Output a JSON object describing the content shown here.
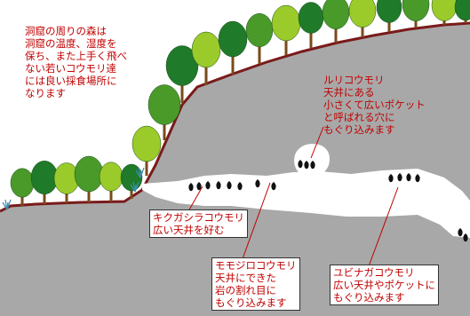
{
  "colors": {
    "rock": "#a8a8a8",
    "soil_line": "#7a1a1a",
    "text": "#c00000",
    "leaf_dark": "#1f7a2a",
    "leaf_mid": "#4a9a2a",
    "leaf_light": "#9acb2a",
    "trunk": "#7a4a1a",
    "grass": "#3a8fb0",
    "cave": "#ffffff",
    "bat": "#111111"
  },
  "intro_text": "洞窟の周りの森は\n洞窟の温度、湿度を\n保ち、また上手く飛べ\nない若いコウモリ達\nには良い採食場所に\nなります",
  "labels": {
    "rusikoumori": "ルリコウモリ\n天井にある\n小さくて広いポケット\nと呼ばれる穴に\nもぐり込みます",
    "kikagashira": "キクガシラコウモリ\n広い天井を好む",
    "momojiro": "モモジロコウモリ\n天井にできた\n岩の割れ目に\nもぐり込みます",
    "yubinaga": "ユビナガコウモリ\n広い天井やポケットに\nもぐり込みます"
  },
  "icons": [
    "tree-icon",
    "grass-icon",
    "bat-icon"
  ]
}
